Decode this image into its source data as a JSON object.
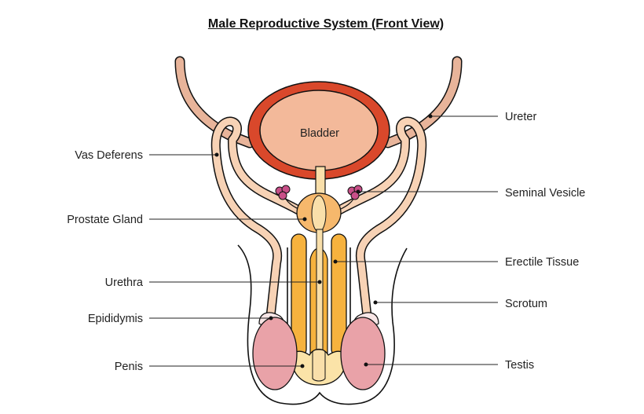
{
  "title": "Male Reproductive System  (Front View)",
  "colors": {
    "ureter": "#e8b49a",
    "vas_deferens": "#f7d2b5",
    "bladder_wall": "#d9482b",
    "bladder_inner": "#f3b99a",
    "prostate": "#f6b86c",
    "erectile": "#f6b23e",
    "urethra": "#f9dfaa",
    "glans": "#fbe3a8",
    "testis": "#e9a2a8",
    "epididymis": "#f8e6e6",
    "vesicle": "#c84f88"
  },
  "labels": {
    "bladder": "Bladder",
    "ureter": "Ureter",
    "vas_deferens": "Vas Deferens",
    "seminal_vesicle": "Seminal Vesicle",
    "prostate_gland": "Prostate Gland",
    "erectile_tissue": "Erectile Tissue",
    "urethra": "Urethra",
    "scrotum": "Scrotum",
    "epididymis": "Epididymis",
    "testis": "Testis",
    "penis": "Penis"
  }
}
